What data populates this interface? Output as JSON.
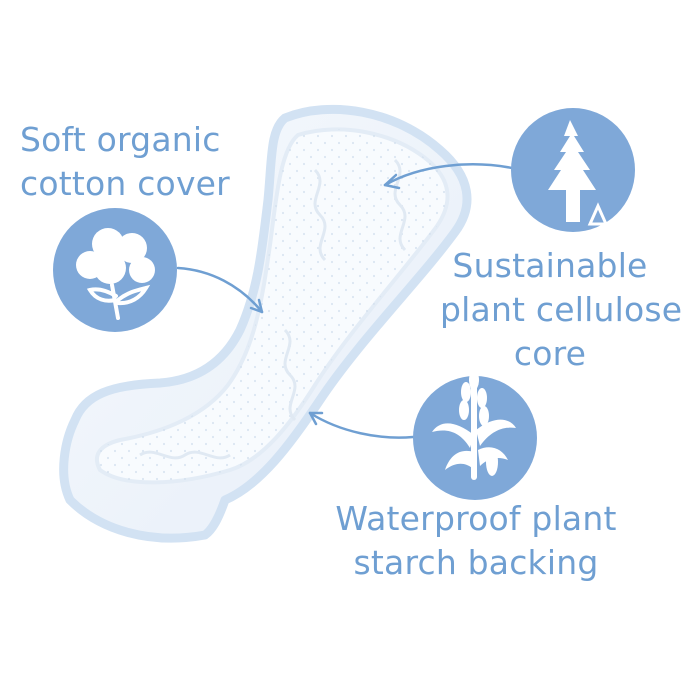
{
  "features": {
    "cotton": {
      "line1": "Soft organic",
      "line2": "cotton cover",
      "icon": "cotton-boll-icon"
    },
    "cellulose": {
      "line1": "Sustainable",
      "line2": "plant cellulose",
      "line3": "core",
      "icon": "pine-tree-icon"
    },
    "starch": {
      "line1": "Waterproof plant",
      "line2": "starch backing",
      "icon": "corn-plant-icon"
    }
  },
  "colors": {
    "accent": "#6f9fd2",
    "circle": "#7fa8d8",
    "pad_edge": "#d7e6f5",
    "pad_fill": "#f2f6fb",
    "background": "#ffffff"
  }
}
